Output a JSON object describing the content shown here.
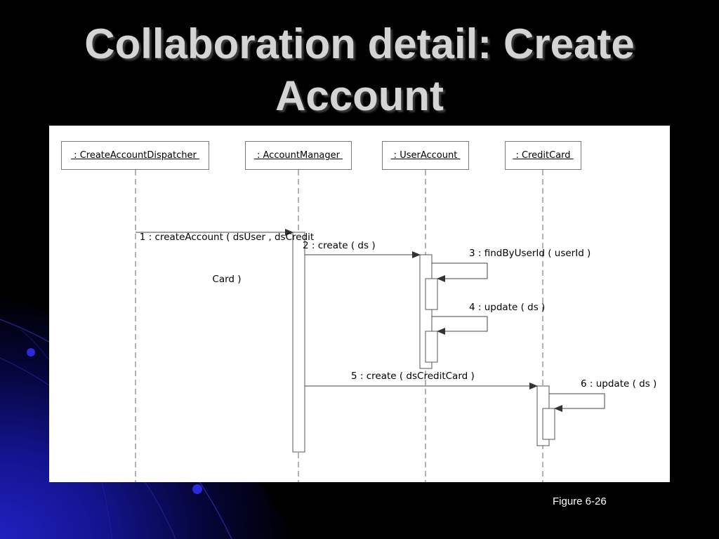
{
  "slide": {
    "title_line1": "Collaboration detail: Create",
    "title_line2": "Account",
    "figure_label": "Figure 6-26"
  },
  "diagram": {
    "objects": [
      {
        "id": "dispatcher",
        "label": " : CreateAccountDispatcher "
      },
      {
        "id": "manager",
        "label": " : AccountManager "
      },
      {
        "id": "useraccount",
        "label": " : UserAccount "
      },
      {
        "id": "creditcard",
        "label": " : CreditCard "
      }
    ],
    "messages": [
      {
        "id": "m1",
        "line1": "1 : createAccount ( dsUser , dsCredit",
        "line2": "Card )",
        "from": "dispatcher",
        "to": "manager"
      },
      {
        "id": "m2",
        "label": "2 : create ( ds )",
        "from": "manager",
        "to": "useraccount"
      },
      {
        "id": "m3",
        "label": "3 : findByUserId ( userId )",
        "from": "useraccount",
        "to": "useraccount"
      },
      {
        "id": "m4",
        "label": "4 : update ( ds )",
        "from": "useraccount",
        "to": "useraccount"
      },
      {
        "id": "m5",
        "label": "5 : create ( dsCreditCard )",
        "from": "manager",
        "to": "creditcard"
      },
      {
        "id": "m6",
        "label": "6 : update ( ds )",
        "from": "creditcard",
        "to": "creditcard"
      }
    ]
  },
  "colors": {
    "background": "#000000",
    "gradient_blue": "#1a1aa8",
    "title": "#d4d4d4",
    "panel": "#ffffff",
    "line": "#555555"
  }
}
